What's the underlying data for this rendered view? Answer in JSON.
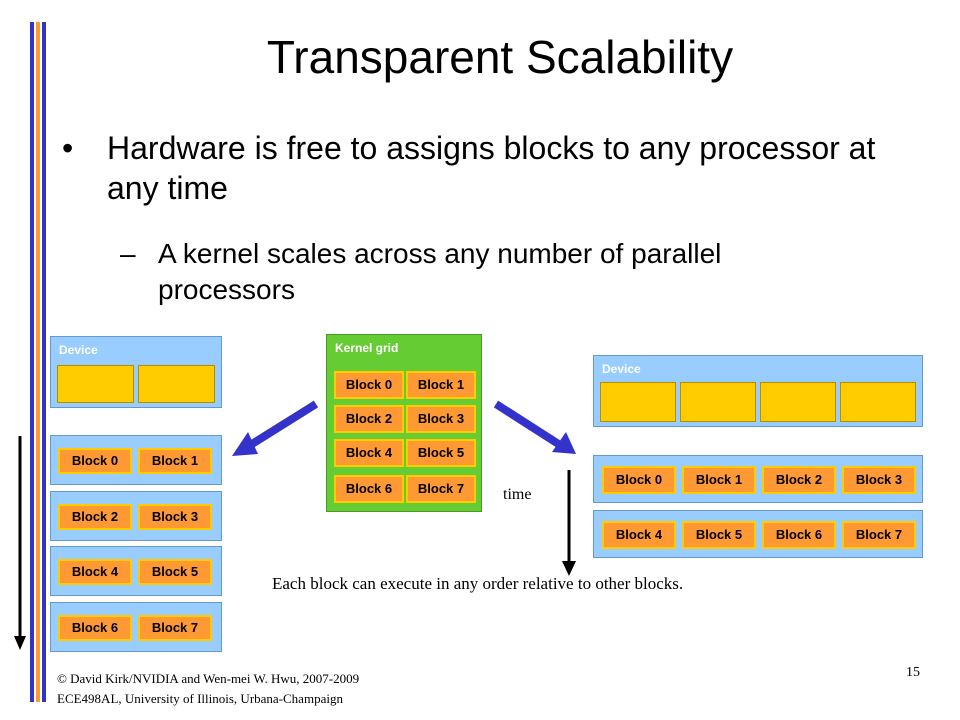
{
  "slide": {
    "title": "Transparent Scalability",
    "bullet_main": "Hardware is free to assigns blocks to any processor at any time",
    "bullet_sub": "A kernel scales across any number of parallel processors",
    "bullet_marker": "•",
    "sub_marker": "–",
    "page_number": "15",
    "footer_line1": "© David Kirk/NVIDIA and Wen-mei W. Hwu, 2007-2009",
    "footer_line2": "ECE498AL, University of Illinois, Urbana-Champaign",
    "accent_colors": {
      "bar_blue": "#3333cc",
      "bar_orange": "#ff9933"
    }
  },
  "diagram": {
    "kernel_grid_label": "Kernel grid",
    "device_label": "Device",
    "blocks": [
      "Block 0",
      "Block 1",
      "Block 2",
      "Block 3",
      "Block 4",
      "Block 5",
      "Block 6",
      "Block 7"
    ],
    "time_label": "time",
    "caption": "Each block can execute in any order relative to other blocks.",
    "colors": {
      "device_panel": "#99ccff",
      "processor_slot": "#ffcc00",
      "block_fill": "#ff9933",
      "kernel_grid": "#66cc33",
      "arrow": "#3333cc"
    }
  }
}
